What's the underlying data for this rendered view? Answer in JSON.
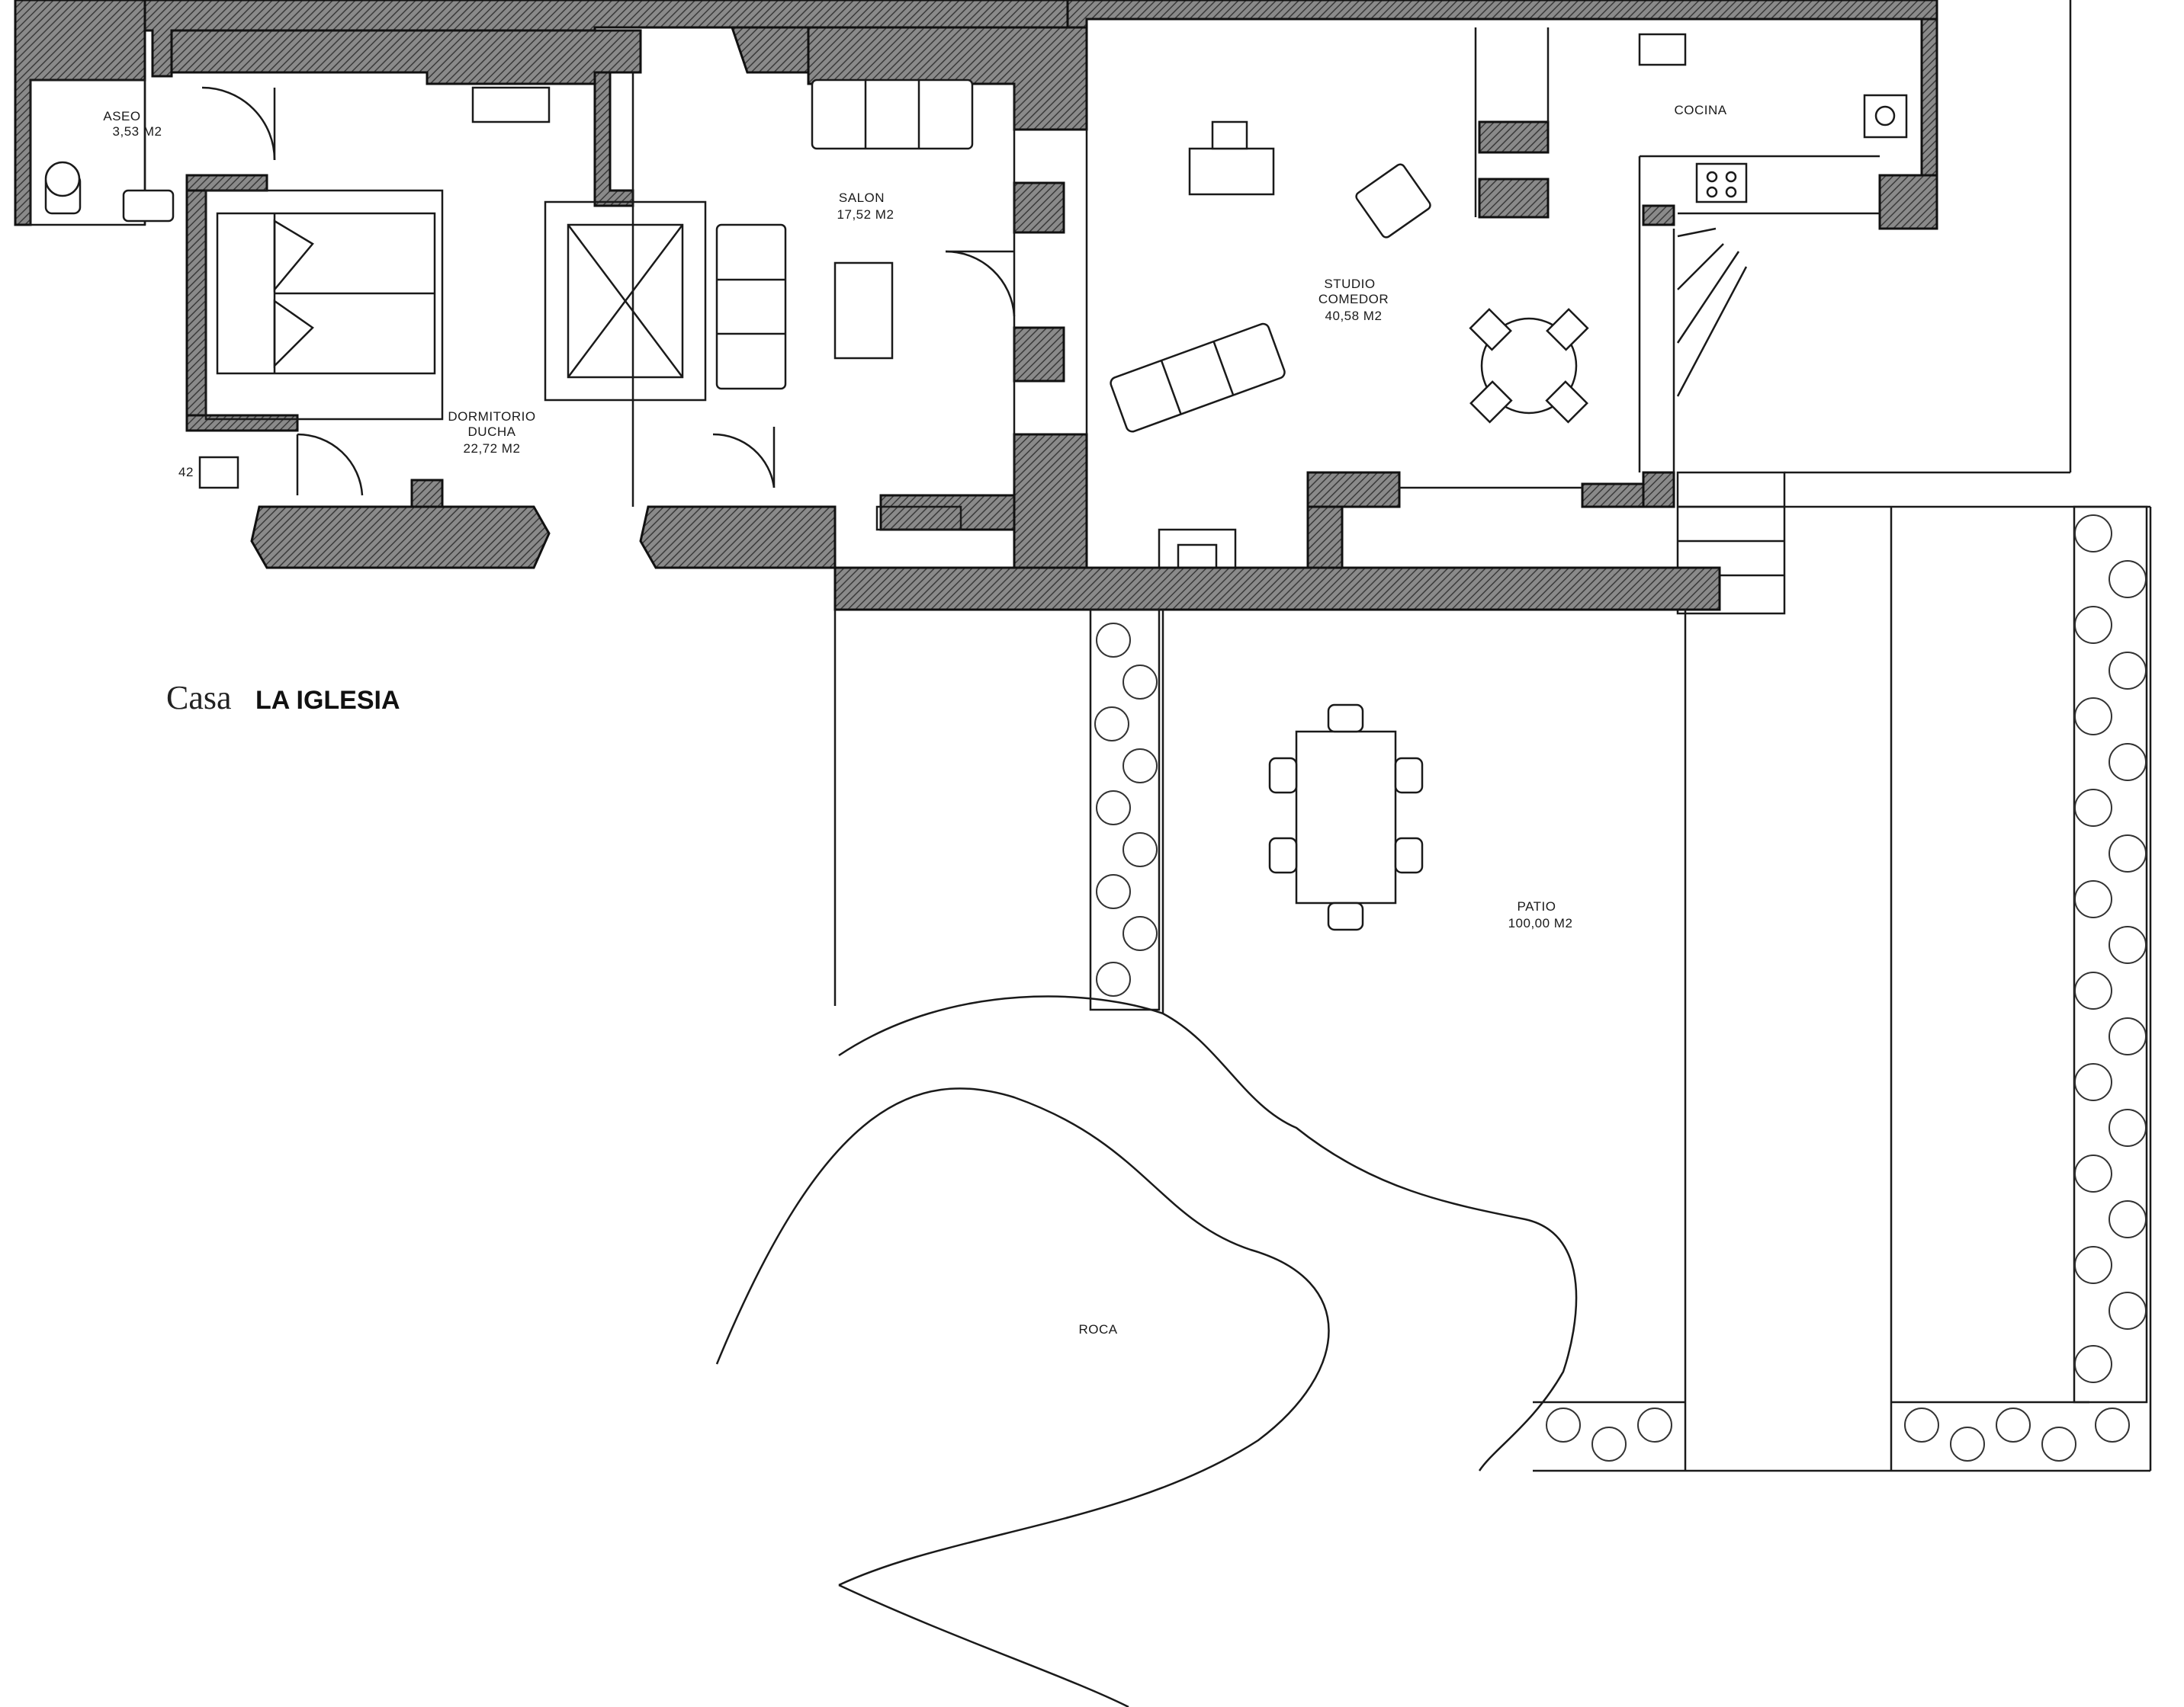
{
  "title": {
    "prefix": "Casa",
    "name": "LA IGLESIA"
  },
  "rooms": {
    "aseo": {
      "name": "ASEO",
      "area": "3,53 M2"
    },
    "dormitorio": {
      "name": "DORMITORIO",
      "sub": "DUCHA",
      "area": "22,72 M2"
    },
    "salon": {
      "name": "SALON",
      "area": "17,52 M2"
    },
    "studio": {
      "name": "STUDIO",
      "sub": "COMEDOR",
      "area": "40,58 M2"
    },
    "cocina": {
      "name": "COCINA"
    },
    "patio": {
      "name": "PATIO",
      "area": "100,00 M2"
    },
    "roca": {
      "name": "ROCA"
    }
  },
  "fragment": {
    "edge_label": "42"
  },
  "colors": {
    "ink": "#1a1a1a",
    "wall_hatch": "#555555",
    "paper": "#ffffff"
  }
}
